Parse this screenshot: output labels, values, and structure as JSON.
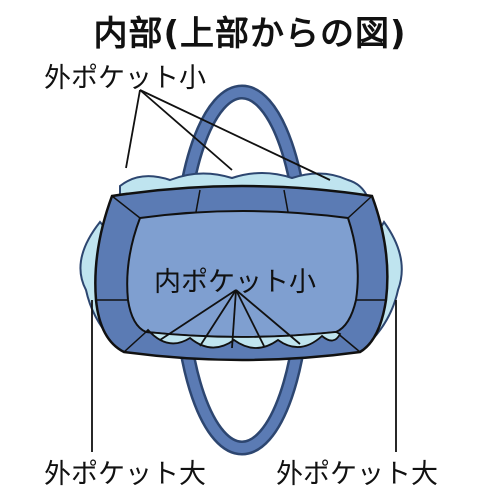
{
  "title": "内部(上部からの図)",
  "labels": {
    "outer_pocket_small": "外ポケット小",
    "inner_pocket_small": "内ポケット小",
    "outer_pocket_large_left": "外ポケット大",
    "outer_pocket_large_right": "外ポケット大"
  },
  "colors": {
    "bag_blue": "#5b7bb4",
    "bag_dark": "#2d4670",
    "pocket_light": "#bfe4ef",
    "inner_light": "#7f9fd0",
    "outline": "#111111"
  }
}
